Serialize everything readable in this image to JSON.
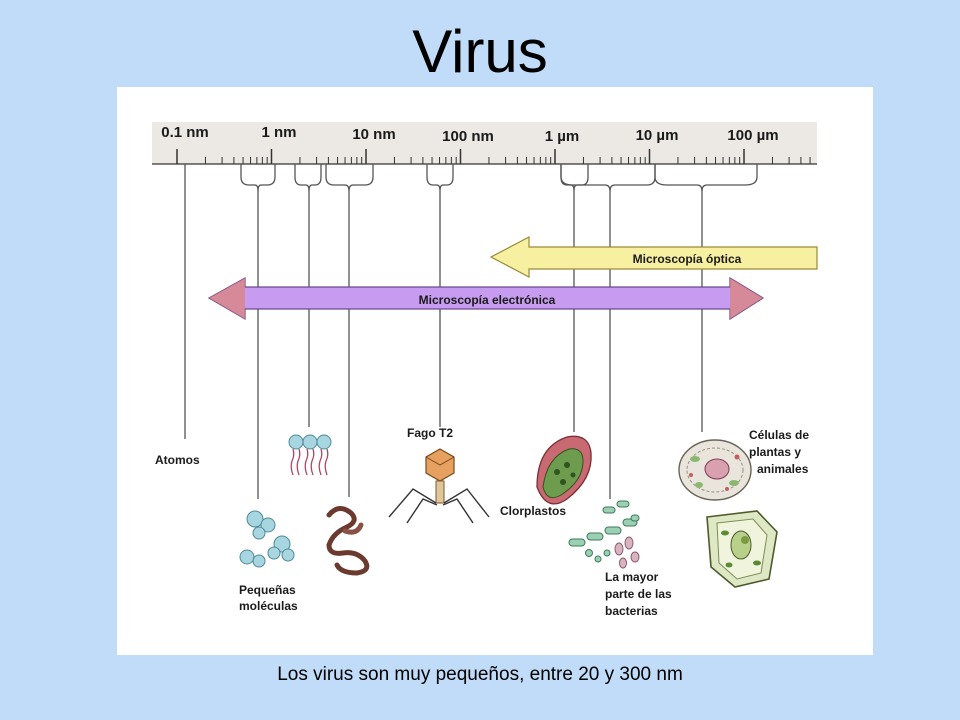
{
  "title": "Virus",
  "caption": "Los virus son muy pequeños, entre 20 y 300 nm",
  "scale": {
    "ticks": [
      "0.1 nm",
      "1 nm",
      "10 nm",
      "100 nm",
      "1 µm",
      "10 µm",
      "100 µm"
    ]
  },
  "arrows": {
    "optical": "Microscopía óptica",
    "electronic": "Microscopía electrónica"
  },
  "labels": {
    "atoms": "Atomos",
    "small_molecules": [
      "Pequeñas",
      "moléculas"
    ],
    "phage": "Fago T2",
    "chloroplasts": "Clorplastos",
    "bacteria": [
      "La mayor",
      "parte de las",
      "bacterias"
    ],
    "cells": [
      "Células de",
      "plantas y",
      "animales"
    ]
  },
  "colors": {
    "background": "#c0dcf8",
    "optical_arrow": "#f7f0a0",
    "electronic_arrow": "#c79cf0"
  }
}
